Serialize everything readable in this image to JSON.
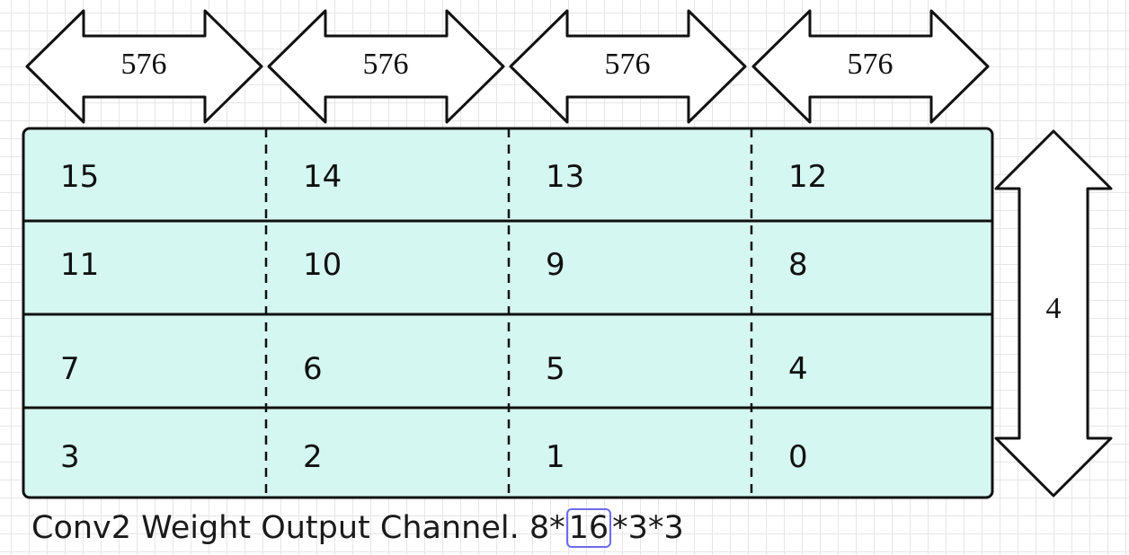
{
  "width_arrows": [
    {
      "label": "576"
    },
    {
      "label": "576"
    },
    {
      "label": "576"
    },
    {
      "label": "576"
    }
  ],
  "height_arrow": {
    "label": "4"
  },
  "grid": {
    "fill_color": "#d5f7f1",
    "border_color": "#111111",
    "rows": [
      [
        "15",
        "14",
        "13",
        "12"
      ],
      [
        "11",
        "10",
        "9",
        "8"
      ],
      [
        "7",
        "6",
        "5",
        "4"
      ],
      [
        "3",
        "2",
        "1",
        "0"
      ]
    ]
  },
  "caption": {
    "prefix": "Conv2 Weight Output Channel. 8*",
    "highlighted": "16",
    "suffix": "*3*3",
    "highlight_color": "#6b6bf0"
  }
}
